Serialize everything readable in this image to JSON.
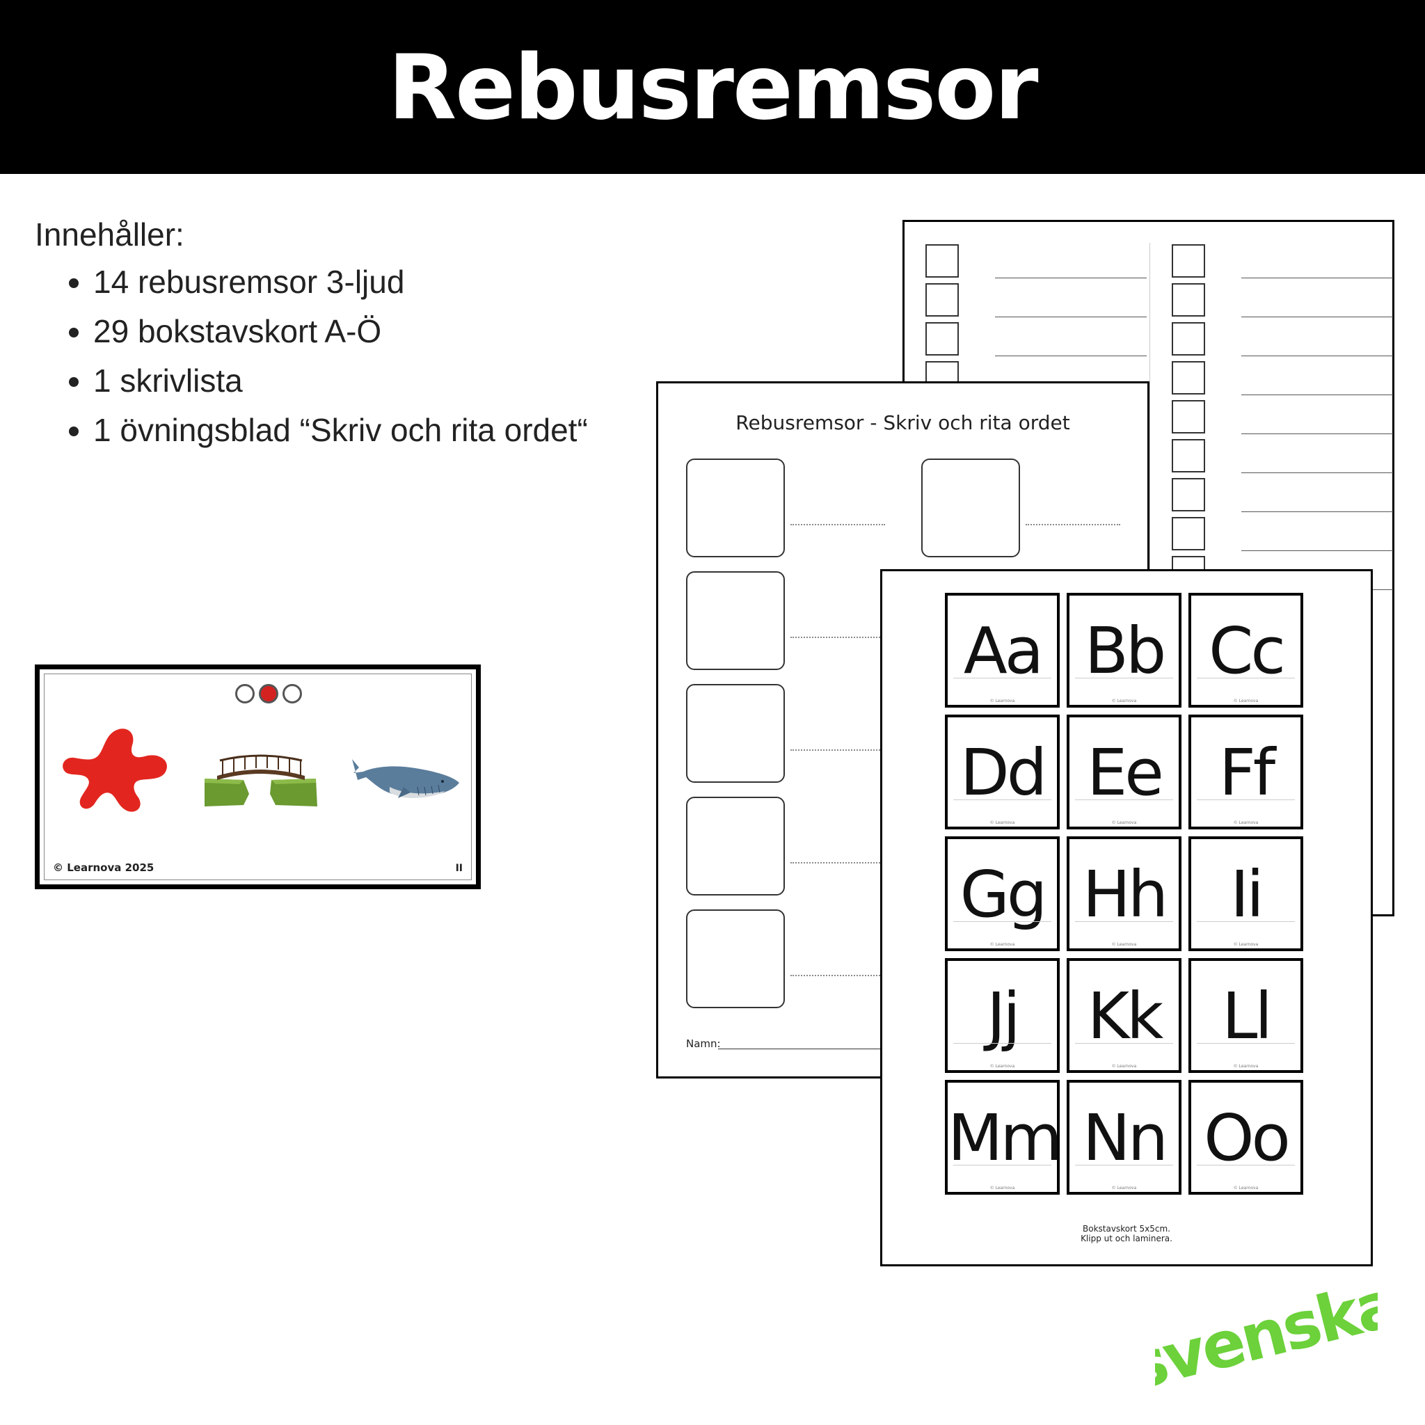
{
  "header": {
    "title": "Rebusremsor"
  },
  "contents": {
    "heading": "Innehåller:",
    "items": [
      "14 rebusremsor 3-ljud",
      "29 bokstavskort A-Ö",
      "1 skrivlista",
      "1 övningsblad “Skriv och rita ordet“"
    ]
  },
  "rebus_card": {
    "sounds": 3,
    "active_sound": 2,
    "copyright": "© Learnova 2025",
    "page": "II",
    "colors": {
      "active_dot": "#d42220",
      "flower": "#e2261f",
      "island": "#6a9a30",
      "whale": "#5b7d9c"
    },
    "icons": [
      "red-flower-icon",
      "bridge-icon",
      "whale-icon"
    ]
  },
  "worksheet": {
    "title": "Rebusremsor - Skriv och rita ordet",
    "name_label": "Namn:"
  },
  "letter_cards": {
    "letters": [
      "Aa",
      "Bb",
      "Cc",
      "Dd",
      "Ee",
      "Ff",
      "Gg",
      "Hh",
      "Ii",
      "Jj",
      "Kk",
      "Ll",
      "Mm",
      "Nn",
      "Oo"
    ],
    "card_copyright": "© Learnova",
    "note_line1": "Bokstavskort 5x5cm.",
    "note_line2": "Klipp ut och laminera."
  },
  "logo": {
    "text": "svenska",
    "color": "#6cd13a"
  }
}
